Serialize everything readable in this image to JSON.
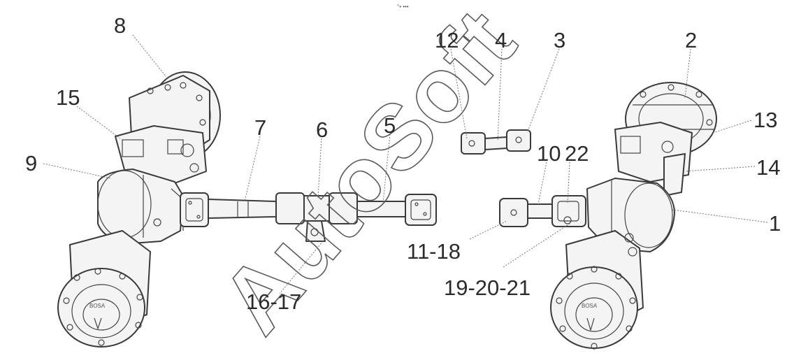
{
  "diagram": {
    "top_mark": "°• •••",
    "watermark": "AutoSoft",
    "callouts": {
      "c1": "1",
      "c2": "2",
      "c3": "3",
      "c4": "4",
      "c5": "5",
      "c6": "6",
      "c7": "7",
      "c8": "8",
      "c9": "9",
      "c10": "10",
      "c11_18": "11-18",
      "c12": "12",
      "c13": "13",
      "c14": "14",
      "c15": "15",
      "c16_17": "16-17",
      "c19_20_21": "19-20-21",
      "c22": "22"
    }
  }
}
